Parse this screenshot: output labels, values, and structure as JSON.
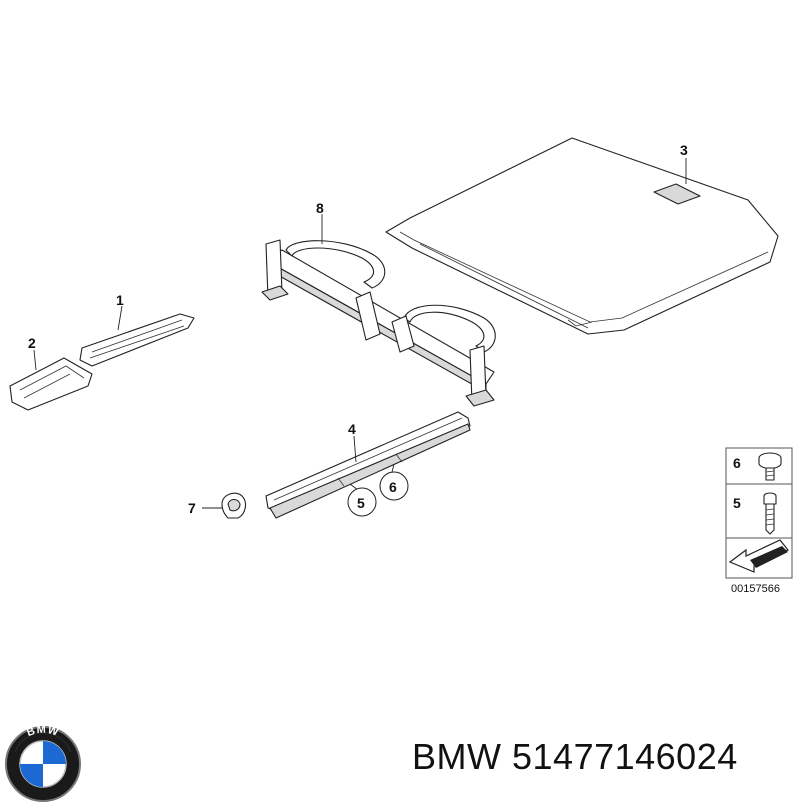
{
  "callouts": {
    "p1": "1",
    "p2": "2",
    "p3": "3",
    "p4": "4",
    "p5": "5",
    "p6": "6",
    "p7": "7",
    "p8": "8"
  },
  "legend": {
    "item_top": "6",
    "item_bottom": "5",
    "diagram_number": "00157566"
  },
  "brand": {
    "maker": "BMW",
    "part_number": "51477146024",
    "logo_letters": "BMW"
  },
  "colors": {
    "logo_blue": "#1c69d4",
    "logo_ring": "#1a1a1a",
    "line": "#222222"
  }
}
